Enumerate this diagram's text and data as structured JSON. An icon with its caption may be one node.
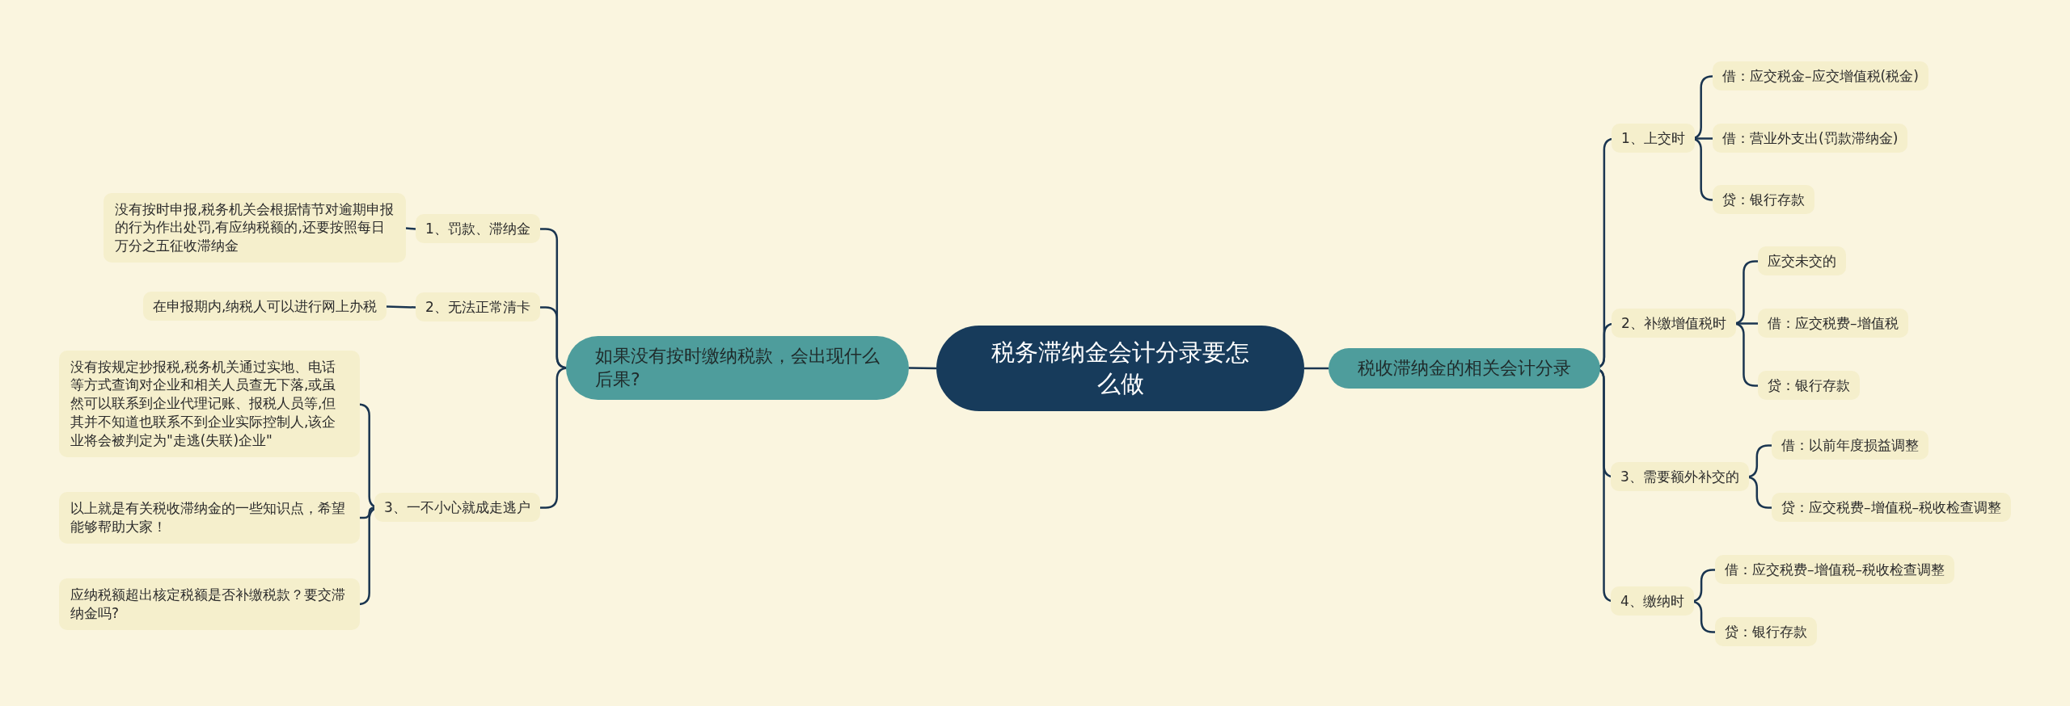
{
  "diagram": {
    "nodes": [
      {
        "text": [
          "税务滞纳金会计分录要怎么做"
        ]
      },
      {
        "text": [
          "如果没有按时缴纳税款，会出现什么后果?"
        ]
      },
      {
        "text": [
          "1、罚款、滞纳金"
        ]
      },
      {
        "text": [
          "没有按时申报,税务机关会根据情节对逾期申报的行为作出处罚,有应纳税额的,还要按照每日万分之五征收滞纳金"
        ]
      },
      {
        "text": [
          "2、无法正常清卡"
        ]
      },
      {
        "text": [
          "在申报期内,纳税人可以进行网上办税"
        ]
      },
      {
        "text": [
          "3、一不小心就成走逃户"
        ]
      },
      {
        "text": [
          "没有按规定抄报税,税务机关通过实地、电话等方式查询对企业和相关人员查无下落,或虽然可以联系到企业代理记账、报税人员等,但其并不知道也联系不到企业实际控制人,该企业将会被判定为\"走逃(失联)企业\""
        ]
      },
      {
        "text": [
          "以上就是有关税收滞纳金的一些知识点，希望能够帮助大家！"
        ]
      },
      {
        "text": [
          "应纳税额超出核定税额是否补缴税款？要交滞纳金吗?"
        ]
      },
      {
        "text": [
          "税收滞纳金的相关会计分录"
        ]
      },
      {
        "text": [
          "1、上交时"
        ]
      },
      {
        "text": [
          "借：应交税金–应交增值税(税金)"
        ]
      },
      {
        "text": [
          "借：营业外支出(罚款滞纳金)"
        ]
      },
      {
        "text": [
          "贷：银行存款"
        ]
      },
      {
        "text": [
          "2、补缴增值税时"
        ]
      },
      {
        "text": [
          "应交未交的"
        ]
      },
      {
        "text": [
          "借：应交税费–增值税"
        ]
      },
      {
        "text": [
          "贷：银行存款"
        ]
      },
      {
        "text": [
          "3、需要额外补交的"
        ]
      },
      {
        "text": [
          "借：以前年度损益调整"
        ]
      },
      {
        "text": [
          "贷：应交税费–增值税–税收检查调整"
        ]
      },
      {
        "text": [
          "4、缴纳时"
        ]
      },
      {
        "text": [
          "借：应交税费–增值税–税收检查调整"
        ]
      },
      {
        "text": [
          "贷：银行存款"
        ]
      }
    ],
    "edges": [
      {
        "from": 0,
        "to": 1,
        "arrow": "none"
      },
      {
        "from": 0,
        "to": 10,
        "arrow": "none"
      },
      {
        "from": 1,
        "to": 2,
        "arrow": "none"
      },
      {
        "from": 1,
        "to": 4,
        "arrow": "none"
      },
      {
        "from": 1,
        "to": 6,
        "arrow": "none"
      },
      {
        "from": 2,
        "to": 3,
        "arrow": "none"
      },
      {
        "from": 4,
        "to": 5,
        "arrow": "none"
      },
      {
        "from": 6,
        "to": 7,
        "arrow": "none"
      },
      {
        "from": 6,
        "to": 8,
        "arrow": "none"
      },
      {
        "from": 6,
        "to": 9,
        "arrow": "none"
      },
      {
        "from": 10,
        "to": 11,
        "arrow": "none"
      },
      {
        "from": 10,
        "to": 15,
        "arrow": "none"
      },
      {
        "from": 10,
        "to": 19,
        "arrow": "none"
      },
      {
        "from": 10,
        "to": 22,
        "arrow": "none"
      },
      {
        "from": 11,
        "to": 12,
        "arrow": "none"
      },
      {
        "from": 11,
        "to": 13,
        "arrow": "none"
      },
      {
        "from": 11,
        "to": 14,
        "arrow": "none"
      },
      {
        "from": 15,
        "to": 16,
        "arrow": "none"
      },
      {
        "from": 15,
        "to": 17,
        "arrow": "none"
      },
      {
        "from": 15,
        "to": 18,
        "arrow": "none"
      },
      {
        "from": 19,
        "to": 20,
        "arrow": "none"
      },
      {
        "from": 19,
        "to": 21,
        "arrow": "none"
      },
      {
        "from": 22,
        "to": 23,
        "arrow": "none"
      },
      {
        "from": 22,
        "to": 24,
        "arrow": "none"
      }
    ]
  }
}
